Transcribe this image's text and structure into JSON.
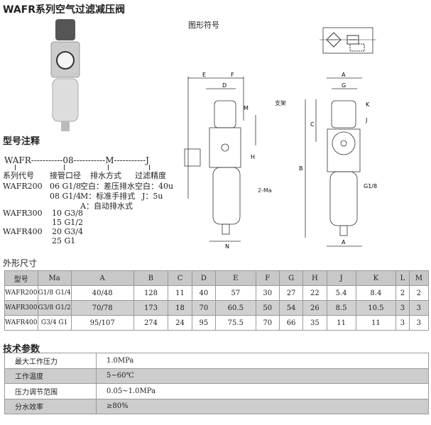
{
  "title": "WAFR系列空气过滤减压阀",
  "symbol_heading": "图形符号",
  "model_notes": {
    "heading": "型号注释",
    "code_line": "WAFR-----------08-----------M-----------J",
    "col_headers": [
      "系列代号",
      "接管口径",
      "排水方式",
      "过滤精度"
    ],
    "series": [
      "WAFR200",
      "WAFR300",
      "WAFR400"
    ],
    "ports": [
      [
        "06 G1/8",
        "08 G1/4"
      ],
      [
        "10 G3/8",
        "15 G1/2"
      ],
      [
        "20 G3/4",
        "25 G1"
      ]
    ],
    "drain": [
      "空白：差压排水",
      "M：标准手排式",
      "A：自动排水式"
    ],
    "filter": [
      "空白：40u",
      "J：5u"
    ]
  },
  "drawing_labels": {
    "E": "E",
    "F": "F",
    "D": "D",
    "M": "M",
    "bracket": "支架",
    "H": "H",
    "ma": "2-Ma",
    "N": "N",
    "A": "A",
    "G": "G",
    "K": "K",
    "J": "J",
    "C": "C",
    "B": "B",
    "g18": "G1/8"
  },
  "dimensions": {
    "heading": "外形尺寸",
    "columns": [
      "型号",
      "Ma",
      "A",
      "B",
      "C",
      "D",
      "E",
      "F",
      "G",
      "H",
      "J",
      "K",
      "L",
      "M"
    ],
    "rows": [
      [
        "WAFR200",
        "G1/8 G1/4",
        "40/48",
        "128",
        "11",
        "40",
        "57",
        "30",
        "27",
        "22",
        "5.4",
        "8.4",
        "2",
        "2"
      ],
      [
        "WAFR300",
        "G3/8 G1/2",
        "70/78",
        "173",
        "18",
        "70",
        "60.5",
        "50",
        "54",
        "26",
        "8.5",
        "10.5",
        "3",
        "3"
      ],
      [
        "WAFR400",
        "G3/4 G1",
        "95/107",
        "274",
        "24",
        "95",
        "75.5",
        "70",
        "66",
        "35",
        "11",
        "11",
        "3",
        "3"
      ]
    ]
  },
  "tech_params": {
    "heading": "技术参数",
    "rows": [
      [
        "最大工作压力",
        "1.0MPa"
      ],
      [
        "工作温度",
        "5~60℃"
      ],
      [
        "压力调节范围",
        "0.05~1.0MPa"
      ],
      [
        "分水效率",
        "≥80%"
      ]
    ]
  }
}
